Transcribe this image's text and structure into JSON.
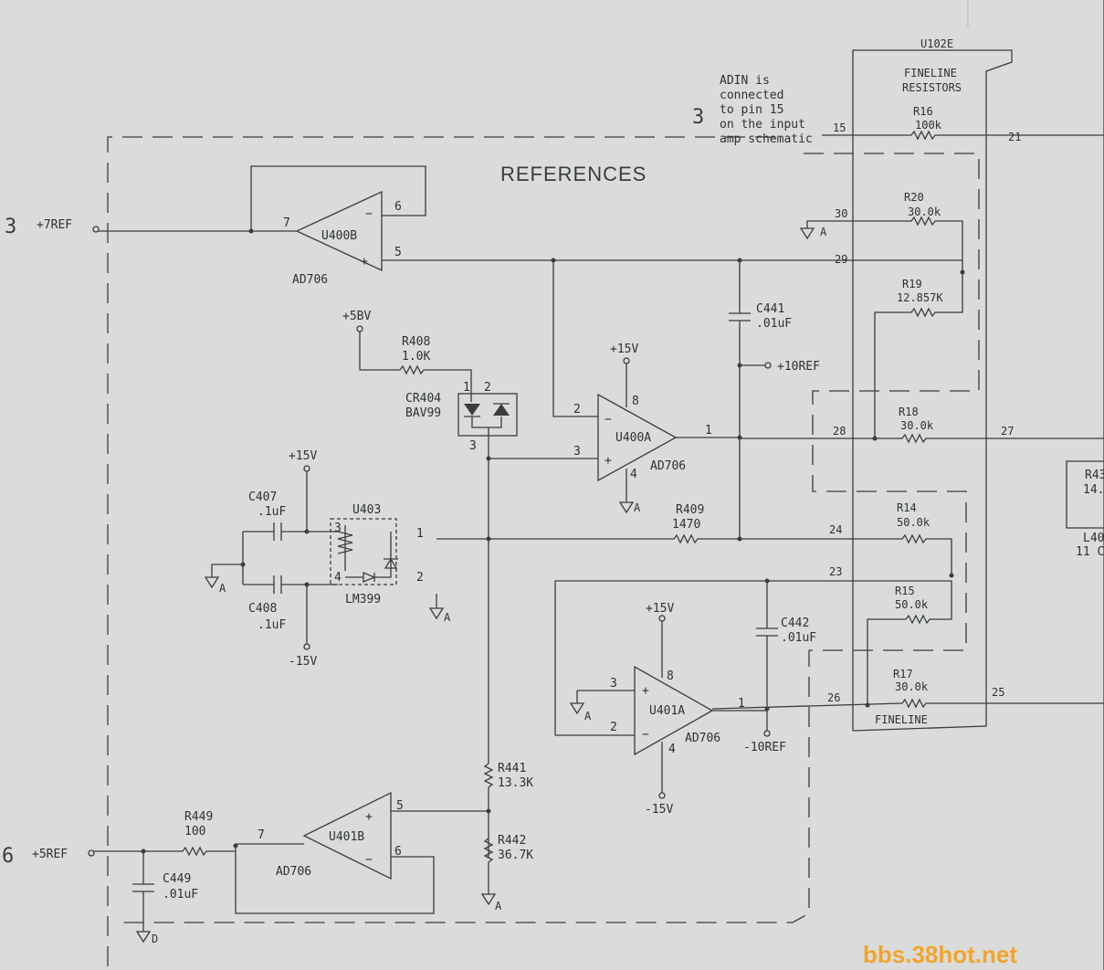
{
  "title": "REFERENCES",
  "note_lines": [
    "ADIN is",
    "connected",
    "to pin 15",
    "on the input",
    "amp schematic"
  ],
  "sheet_refs": {
    "top_note": "3",
    "ref7": "3",
    "ref5": "6"
  },
  "nets": {
    "plus7ref": "+7REF",
    "plus5ref": "+5REF",
    "plus10ref": "+10REF",
    "minus10ref": "-10REF",
    "plus5v": "+5BV",
    "plus15": "+15V",
    "minus15": "-15V"
  },
  "ground_labels": {
    "analog": "A",
    "digital": "D"
  },
  "opamps": {
    "u400b": {
      "ref": "U400B",
      "part": "AD706",
      "pins": [
        "7",
        "6",
        "5"
      ]
    },
    "u400a": {
      "ref": "U400A",
      "part": "AD706",
      "pins": [
        "2",
        "3",
        "1",
        "8",
        "4"
      ]
    },
    "u401a": {
      "ref": "U401A",
      "part": "AD706",
      "pins": [
        "3",
        "2",
        "1",
        "8",
        "4"
      ]
    },
    "u401b": {
      "ref": "U401B",
      "part": "AD706",
      "pins": [
        "7",
        "5",
        "6"
      ]
    }
  },
  "components": {
    "r408": {
      "ref": "R408",
      "value": "1.0K"
    },
    "cr404": {
      "ref": "CR404",
      "part": "BAV99",
      "pins": [
        "1",
        "2",
        "3"
      ]
    },
    "c407": {
      "ref": "C407",
      "value": ".1uF"
    },
    "c408": {
      "ref": "C408",
      "value": ".1uF"
    },
    "u403": {
      "ref": "U403",
      "part": "LM399",
      "pins": [
        "3",
        "4",
        "1",
        "2"
      ]
    },
    "c441": {
      "ref": "C441",
      "value": ".01uF"
    },
    "r409": {
      "ref": "R409",
      "value": "1470"
    },
    "c442": {
      "ref": "C442",
      "value": ".01uF"
    },
    "r441": {
      "ref": "R441",
      "value": "13.3K"
    },
    "r442": {
      "ref": "R442",
      "value": "36.7K"
    },
    "r449": {
      "ref": "R449",
      "value": "100"
    },
    "c449": {
      "ref": "C449",
      "value": ".01uF"
    }
  },
  "network": {
    "ref": "U102E",
    "title_lines": [
      "FINELINE",
      "RESISTORS"
    ],
    "footer": "FINELINE",
    "resistors": [
      {
        "ref": "R16",
        "value": "100k",
        "pins": [
          "15",
          "21"
        ]
      },
      {
        "ref": "R20",
        "value": "30.0k",
        "pins": [
          "30"
        ]
      },
      {
        "ref": "R19",
        "value": "12.857K",
        "pins": [
          "29"
        ]
      },
      {
        "ref": "R18",
        "value": "30.0k",
        "pins": [
          "28",
          "27"
        ]
      },
      {
        "ref": "R14",
        "value": "50.0k",
        "pins": [
          "24"
        ]
      },
      {
        "ref": "R15",
        "value": "50.0k",
        "pins": [
          "23"
        ]
      },
      {
        "ref": "R17",
        "value": "30.0k",
        "pins": [
          "26",
          "25"
        ]
      }
    ]
  },
  "edge": {
    "r_ref": "R43",
    "r_value": "14.",
    "l_ref": "L40",
    "l_value": "11 C"
  },
  "watermark": "bbs.38hot.net"
}
